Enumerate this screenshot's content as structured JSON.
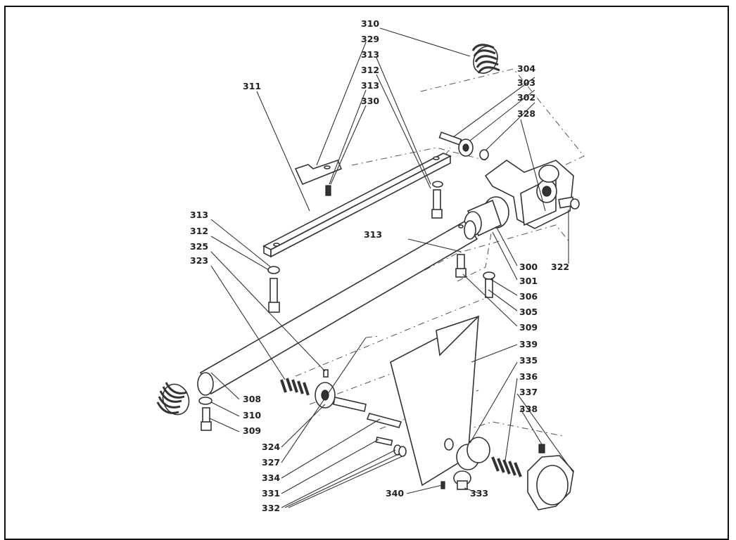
{
  "labels": [
    {
      "id": "310",
      "text": "310"
    },
    {
      "id": "329",
      "text": "329"
    },
    {
      "id": "313a",
      "text": "313"
    },
    {
      "id": "312a",
      "text": "312"
    },
    {
      "id": "313b",
      "text": "313"
    },
    {
      "id": "330",
      "text": "330"
    },
    {
      "id": "311",
      "text": "311"
    },
    {
      "id": "304",
      "text": "304"
    },
    {
      "id": "303",
      "text": "303"
    },
    {
      "id": "302",
      "text": "302"
    },
    {
      "id": "328",
      "text": "328"
    },
    {
      "id": "313c",
      "text": "313"
    },
    {
      "id": "312b",
      "text": "312"
    },
    {
      "id": "325",
      "text": "325"
    },
    {
      "id": "323",
      "text": "323"
    },
    {
      "id": "313d",
      "text": "313"
    },
    {
      "id": "300",
      "text": "300"
    },
    {
      "id": "322",
      "text": "322"
    },
    {
      "id": "301",
      "text": "301"
    },
    {
      "id": "306",
      "text": "306"
    },
    {
      "id": "305",
      "text": "305"
    },
    {
      "id": "309a",
      "text": "309"
    },
    {
      "id": "339",
      "text": "339"
    },
    {
      "id": "335",
      "text": "335"
    },
    {
      "id": "336",
      "text": "336"
    },
    {
      "id": "337",
      "text": "337"
    },
    {
      "id": "338",
      "text": "338"
    },
    {
      "id": "308",
      "text": "308"
    },
    {
      "id": "310b",
      "text": "310"
    },
    {
      "id": "309b",
      "text": "309"
    },
    {
      "id": "324",
      "text": "324"
    },
    {
      "id": "327",
      "text": "327"
    },
    {
      "id": "334",
      "text": "334"
    },
    {
      "id": "331",
      "text": "331"
    },
    {
      "id": "340",
      "text": "340"
    },
    {
      "id": "333",
      "text": "333"
    },
    {
      "id": "332",
      "text": "332"
    }
  ]
}
